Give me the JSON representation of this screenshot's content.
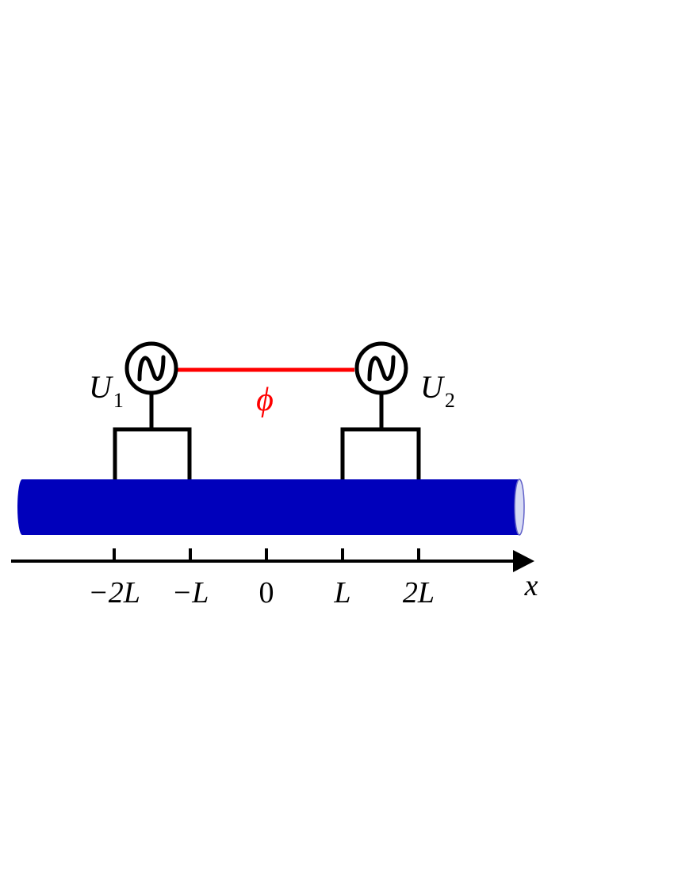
{
  "colors": {
    "cable": "#0000BB",
    "cable_end": "#D8DCF4",
    "phase_line": "#FF0000",
    "phase_label": "#FF0000",
    "stroke": "#000000"
  },
  "sources": [
    {
      "symbol": "U",
      "subscript": "1",
      "icon": "ac-source-icon"
    },
    {
      "symbol": "U",
      "subscript": "2",
      "icon": "ac-source-icon"
    }
  ],
  "phase_label": "ϕ",
  "axis": {
    "label": "x",
    "ticks": [
      {
        "value": -2,
        "label": "−2L"
      },
      {
        "value": -1,
        "label": "−L"
      },
      {
        "value": 0,
        "label": "0"
      },
      {
        "value": 1,
        "label": "L"
      },
      {
        "value": 2,
        "label": "2L"
      }
    ]
  }
}
